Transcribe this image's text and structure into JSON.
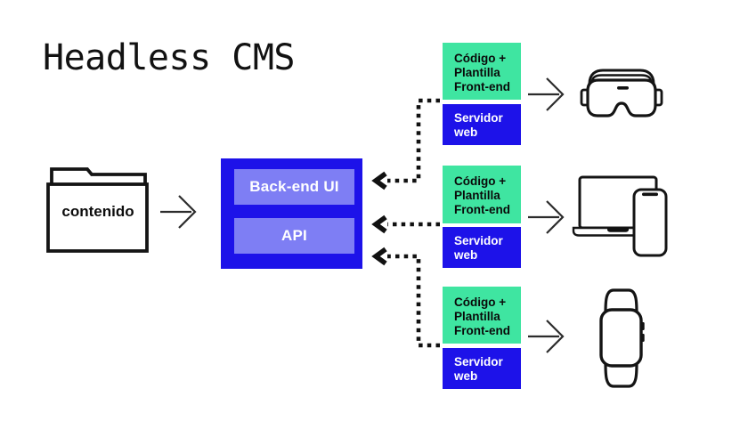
{
  "title": "Headless CMS",
  "colors": {
    "blue": "#1d12e9",
    "light_blue": "#7e7ef4",
    "green": "#3fe5a1",
    "ink": "#141414"
  },
  "source": {
    "folder_icon": "folder-icon",
    "folder_label": "contenido"
  },
  "cms": {
    "backend_ui_label": "Back-end UI",
    "api_label": "API"
  },
  "stacks": [
    {
      "frontend_label": "Código +\nPlantilla\nFront-end",
      "server_label": "Servidor\nweb",
      "device_icon": "vr-headset-icon"
    },
    {
      "frontend_label": "Código +\nPlantilla\nFront-end",
      "server_label": "Servidor\nweb",
      "device_icon": "laptop-and-phone-icon"
    },
    {
      "frontend_label": "Código +\nPlantilla\nFront-end",
      "server_label": "Servidor\nweb",
      "device_icon": "smartwatch-icon"
    }
  ],
  "connectors": {
    "solid_arrow_icon": "arrow-right-icon",
    "dotted_arrow_icon": "dotted-arrow-left-icon"
  }
}
